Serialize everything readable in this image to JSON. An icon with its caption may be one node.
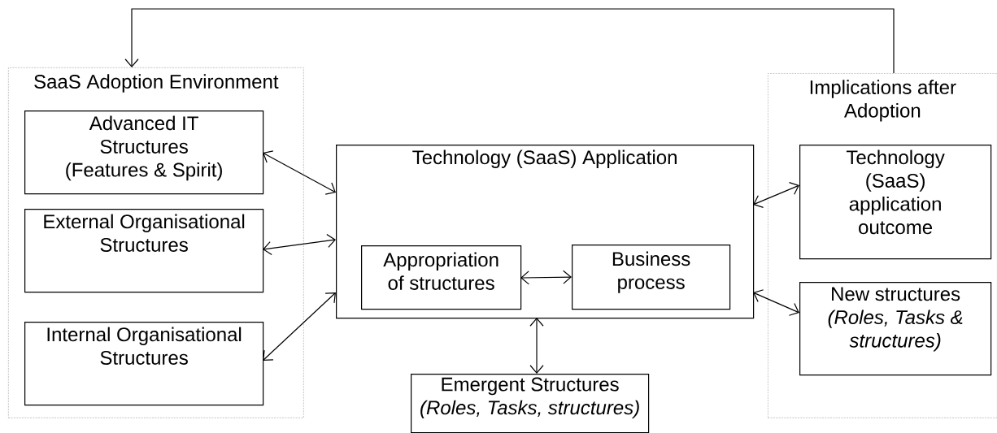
{
  "diagram": {
    "nodes": [
      {
        "text": [
          "SaaS Adoption Environment"
        ]
      },
      {
        "text": [
          "Advanced IT Structures (Features & Spirit)"
        ],
        "in": 0
      },
      {
        "text": [
          "External Organisational Structures"
        ],
        "in": 0
      },
      {
        "text": [
          "Internal Organisational Structures"
        ],
        "in": 0
      },
      {
        "text": [
          "Technology (SaaS) Application"
        ]
      },
      {
        "text": [
          "Appropriation of structures"
        ],
        "in": 4
      },
      {
        "text": [
          "Business process"
        ],
        "in": 4
      },
      {
        "text": [
          "Emergent Structures",
          "(Roles, Tasks, structures)"
        ]
      },
      {
        "text": [
          "Implications after Adoption"
        ]
      },
      {
        "text": [
          "Technology (SaaS) application outcome"
        ],
        "in": 8
      },
      {
        "text": [
          "New structures",
          "(Roles, Tasks & structures)"
        ],
        "in": 8
      }
    ],
    "edges": [
      {
        "from": 8,
        "to": 0,
        "arrow": "to"
      },
      {
        "from": 1,
        "to": 4,
        "arrow": "both"
      },
      {
        "from": 2,
        "to": 4,
        "arrow": "both"
      },
      {
        "from": 3,
        "to": 4,
        "arrow": "both"
      },
      {
        "from": 5,
        "to": 6,
        "arrow": "both"
      },
      {
        "from": 4,
        "to": 7,
        "arrow": "both"
      },
      {
        "from": 4,
        "to": 9,
        "arrow": "both"
      },
      {
        "from": 4,
        "to": 10,
        "arrow": "both"
      }
    ]
  }
}
